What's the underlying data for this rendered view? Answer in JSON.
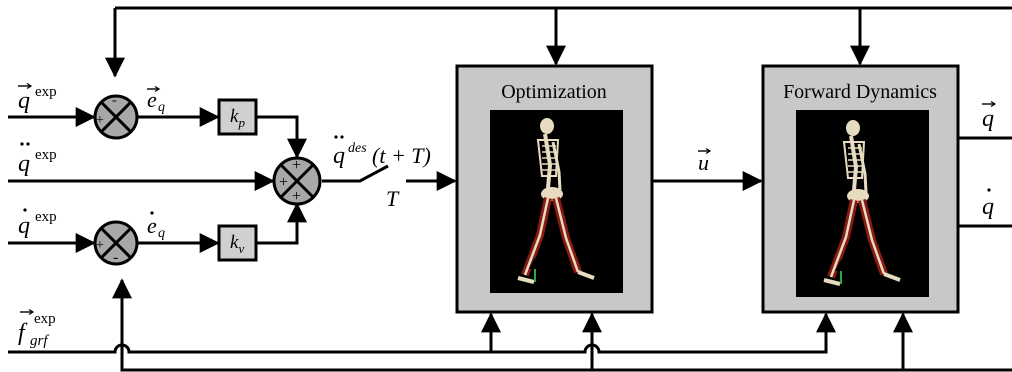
{
  "inputs": {
    "q_exp": {
      "base": "q",
      "sup": "exp"
    },
    "qdd_exp": {
      "base": "q",
      "sup": "exp"
    },
    "qd_exp": {
      "base": "q",
      "sup": "exp"
    },
    "f_grf_exp": {
      "base": "f",
      "sub": "grf",
      "sup": "exp"
    }
  },
  "errors": {
    "e_q": {
      "base": "e",
      "sub": "q"
    },
    "ed_q": {
      "base": "e",
      "sub": "q"
    }
  },
  "gains": {
    "kp": {
      "base": "k",
      "sub": "p"
    },
    "kv": {
      "base": "k",
      "sub": "v"
    }
  },
  "sum_signs": {
    "sum1": [
      "-",
      "+"
    ],
    "sum2": [
      "+",
      "+",
      "+"
    ],
    "sum3": [
      "+",
      "-"
    ]
  },
  "desired": {
    "base": "q",
    "sup": "des",
    "arg": "(t + T)"
  },
  "switch_label": "T",
  "control_signal": "u",
  "blocks": {
    "optimization": {
      "title": "Optimization"
    },
    "forward_dynamics": {
      "title": "Forward Dynamics"
    }
  },
  "outputs": {
    "q": "q",
    "qd": "q"
  },
  "colors": {
    "block_fill": "#c8c8c8",
    "gain_fill": "#d0d0d0",
    "sum_fill": "#a8a8a8",
    "image_bg": "#000000",
    "bone": "#e8dcc0",
    "muscle": "#8a1a14",
    "force_arrow": "#2aa83a"
  }
}
